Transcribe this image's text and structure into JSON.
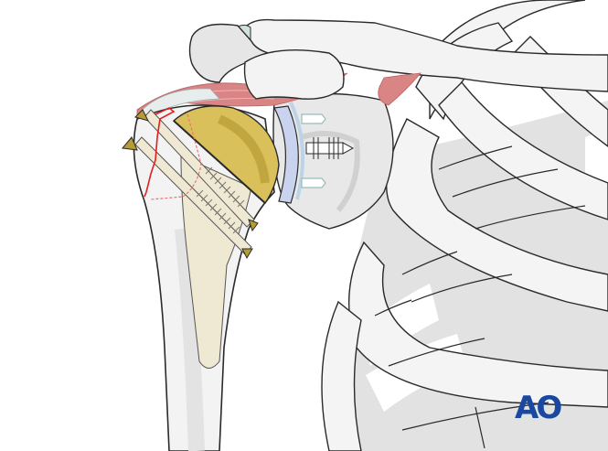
{
  "illustration": {
    "subject": "Shoulder arthroplasty with humeral head prosthesis, tuberosity fixation screws and glenoid component",
    "elements": [
      "clavicle",
      "acromion",
      "coracoid-process",
      "scapula",
      "humerus",
      "humeral-head-prosthesis",
      "prosthesis-stem",
      "tuberosity-screws",
      "glenoid-component",
      "glenoid-peg-screw",
      "supraspinatus-tendon",
      "muscles",
      "fracture-line",
      "rib-cage"
    ]
  },
  "colors": {
    "bone": "#f3f3f3",
    "bone_shade": "#dcdcdc",
    "outline": "#2a2a2a",
    "prosthesis_gold": "#d9c05a",
    "prosthesis_gold_dark": "#b79b35",
    "stem": "#efe8d2",
    "glenoid_blue": "#c9d3ee",
    "muscle": "#d98585",
    "fracture_red": "#e02020",
    "logo_blue": "#1a48a0"
  },
  "logo": {
    "text": "AO"
  }
}
